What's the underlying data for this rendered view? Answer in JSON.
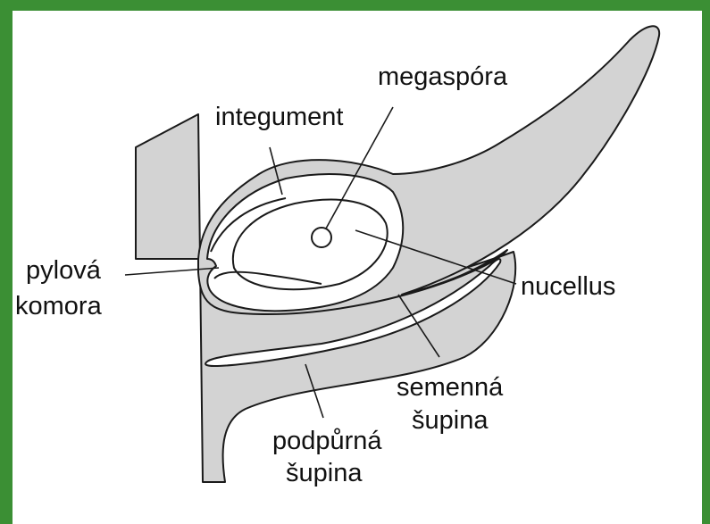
{
  "labels": {
    "megaspora": "megaspóra",
    "integument": "integument",
    "pylova": "pylová",
    "komora": "komora",
    "nucellus": "nucellus",
    "semenna": "semenná",
    "supina_semenna": "šupina",
    "podpurna": "podpůrná",
    "supina_podpurna": "šupina"
  },
  "colors": {
    "frame_green": "#3b8f34",
    "tissue_gray": "#d3d3d3",
    "outline": "#1a1a1a",
    "background": "#ffffff"
  }
}
